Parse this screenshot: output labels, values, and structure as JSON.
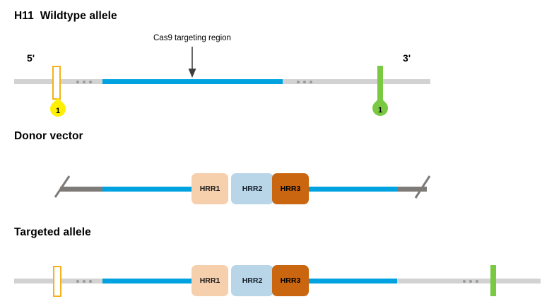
{
  "figure": {
    "rows": [
      {
        "id": "wildtype",
        "title": "H11  Wildtype allele",
        "labels": {
          "five_prime": "5'",
          "three_prime": "3'",
          "cas9": "Cas9 targeting region"
        },
        "markers": {
          "yellow_box_pin": "1",
          "green_bar_pin": "1"
        }
      },
      {
        "id": "donor",
        "title": "Donor vector",
        "boxes": [
          {
            "label": "HRR1",
            "color": "#f6cfac"
          },
          {
            "label": "HRR2",
            "color": "#b9d5e8"
          },
          {
            "label": "HRR3",
            "color": "#c9660f"
          }
        ]
      },
      {
        "id": "targeted",
        "title": "Targeted allele",
        "boxes": [
          {
            "label": "HRR1",
            "color": "#f6cfac"
          },
          {
            "label": "HRR2",
            "color": "#b9d5e8"
          },
          {
            "label": "HRR3",
            "color": "#c9660f"
          }
        ]
      }
    ],
    "colors": {
      "backbone_grey": "#d2d2d2",
      "homology_blue": "#00a3e0",
      "vector_grey": "#7d7a78",
      "exon_yellow": "#f5b21a",
      "pin_yellow": "#ffef00",
      "marker_green": "#7ac943",
      "dot_grey": "#9a9a9a",
      "arrow_black": "#3f3f3f"
    }
  }
}
